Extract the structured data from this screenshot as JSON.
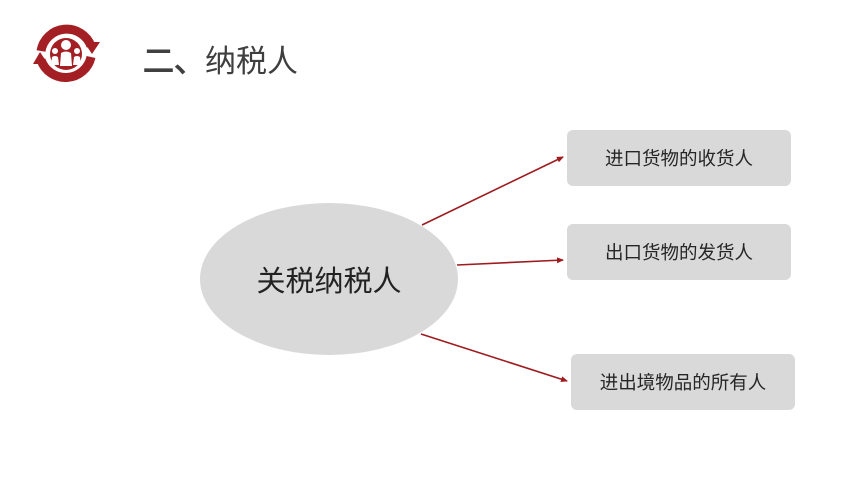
{
  "header": {
    "title_number": "二、",
    "title_text": "纳税人"
  },
  "diagram": {
    "center": "关税纳税人",
    "leaves": [
      "进口货物的收货人",
      "出口货物的发货人",
      "进出境物品的所有人"
    ]
  },
  "colors": {
    "brand_red": "#a31f24",
    "node_fill": "#d9d9d9",
    "arrow": "#9e1b1f",
    "title_text": "#3f3f3f"
  },
  "icons": {
    "logo": "people-circle-arrows-logo"
  }
}
